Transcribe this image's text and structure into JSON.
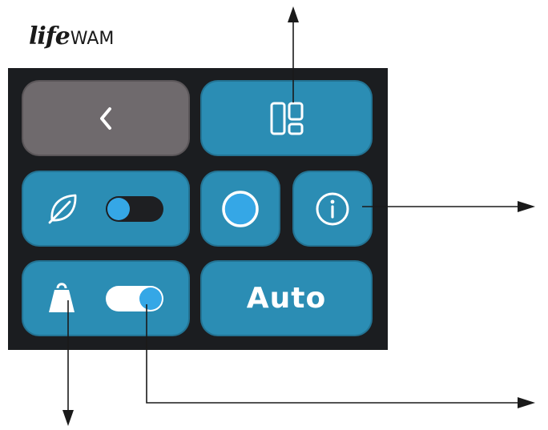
{
  "brand": {
    "life": "life",
    "wam": "WAM"
  },
  "panel": {
    "back_button": {
      "icon": "chevron-left-icon"
    },
    "layout_button": {
      "icon": "layout-icon"
    },
    "eco_button": {
      "icon": "leaf-icon",
      "toggle_state": "off"
    },
    "circle_button": {
      "icon": "circle-icon"
    },
    "info_button": {
      "icon": "info-icon"
    },
    "weight_button": {
      "icon": "weight-icon",
      "toggle_state": "on"
    },
    "auto_button": {
      "label": "Auto"
    }
  },
  "colors": {
    "button_blue": "#2b8db4",
    "back_gray": "#6f6a6d",
    "screen_bg": "#1b1d20",
    "knob_blue": "#35a7e6"
  }
}
